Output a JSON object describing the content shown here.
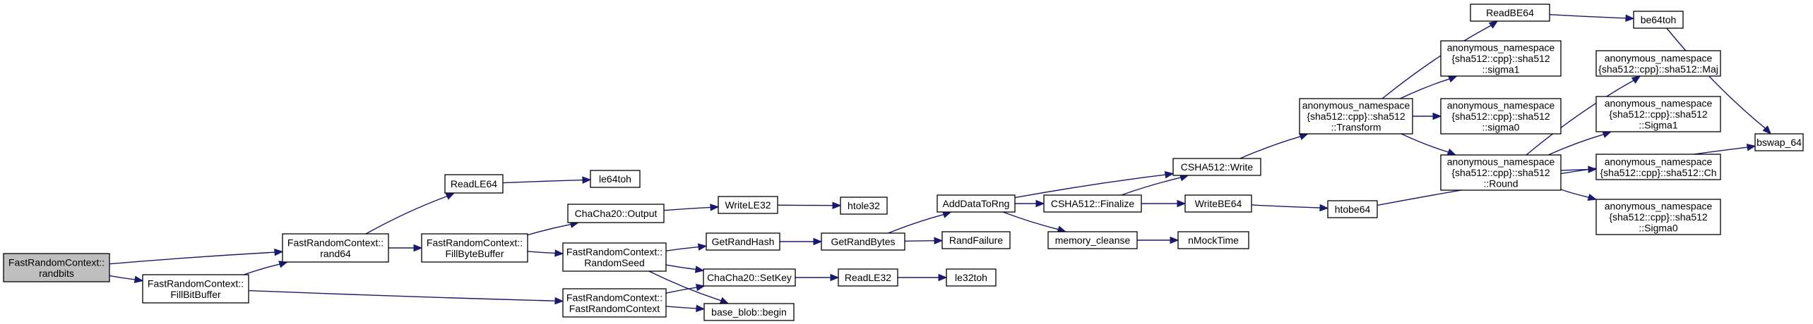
{
  "diagram": {
    "type": "call-graph",
    "colors": {
      "edge": "#191970",
      "root_fill": "#bfbfbf",
      "node_fill": "#ffffff",
      "border": "#000000"
    },
    "nodes": [
      {
        "id": "n0",
        "lines": [
          "FastRandomContext::",
          "randbits"
        ],
        "root": true
      },
      {
        "id": "n1",
        "lines": [
          "FastRandomContext::",
          "rand64"
        ]
      },
      {
        "id": "n2",
        "lines": [
          "FastRandomContext::",
          "FillBitBuffer"
        ]
      },
      {
        "id": "n3",
        "lines": [
          "ReadLE64"
        ]
      },
      {
        "id": "n4",
        "lines": [
          "FastRandomContext::",
          "FillByteBuffer"
        ]
      },
      {
        "id": "n5",
        "lines": [
          "le64toh"
        ]
      },
      {
        "id": "n6",
        "lines": [
          "ChaCha20::Output"
        ]
      },
      {
        "id": "n7",
        "lines": [
          "FastRandomContext::",
          "RandomSeed"
        ]
      },
      {
        "id": "n8",
        "lines": [
          "FastRandomContext::",
          "FastRandomContext"
        ]
      },
      {
        "id": "n9",
        "lines": [
          "WriteLE32"
        ]
      },
      {
        "id": "n10",
        "lines": [
          "htole32"
        ]
      },
      {
        "id": "n11",
        "lines": [
          "GetRandHash"
        ]
      },
      {
        "id": "n12",
        "lines": [
          "GetRandBytes"
        ]
      },
      {
        "id": "n13",
        "lines": [
          "ChaCha20::SetKey"
        ]
      },
      {
        "id": "n14",
        "lines": [
          "base_blob::begin"
        ]
      },
      {
        "id": "n15",
        "lines": [
          "ReadLE32"
        ]
      },
      {
        "id": "n16",
        "lines": [
          "le32toh"
        ]
      },
      {
        "id": "n17",
        "lines": [
          "AddDataToRng"
        ]
      },
      {
        "id": "n18",
        "lines": [
          "RandFailure"
        ]
      },
      {
        "id": "n19",
        "lines": [
          "CSHA512::Write"
        ]
      },
      {
        "id": "n20",
        "lines": [
          "CSHA512::Finalize"
        ]
      },
      {
        "id": "n21",
        "lines": [
          "memory_cleanse"
        ]
      },
      {
        "id": "n22",
        "lines": [
          "WriteBE64"
        ]
      },
      {
        "id": "n23",
        "lines": [
          "nMockTime"
        ]
      },
      {
        "id": "n24",
        "lines": [
          "anonymous_namespace",
          "{sha512::cpp}::sha512",
          "::Transform"
        ]
      },
      {
        "id": "n25",
        "lines": [
          "htobe64"
        ]
      },
      {
        "id": "n26",
        "lines": [
          "ReadBE64"
        ]
      },
      {
        "id": "n27",
        "lines": [
          "anonymous_namespace",
          "{sha512::cpp}::sha512",
          "::sigma1"
        ]
      },
      {
        "id": "n28",
        "lines": [
          "anonymous_namespace",
          "{sha512::cpp}::sha512",
          "::sigma0"
        ]
      },
      {
        "id": "n29",
        "lines": [
          "anonymous_namespace",
          "{sha512::cpp}::sha512",
          "::Round"
        ]
      },
      {
        "id": "n30",
        "lines": [
          "be64toh"
        ]
      },
      {
        "id": "n31",
        "lines": [
          "anonymous_namespace",
          "{sha512::cpp}::sha512::Maj"
        ]
      },
      {
        "id": "n32",
        "lines": [
          "anonymous_namespace",
          "{sha512::cpp}::sha512",
          "::Sigma1"
        ]
      },
      {
        "id": "n33",
        "lines": [
          "anonymous_namespace",
          "{sha512::cpp}::sha512::Ch"
        ]
      },
      {
        "id": "n34",
        "lines": [
          "anonymous_namespace",
          "{sha512::cpp}::sha512",
          "::Sigma0"
        ]
      },
      {
        "id": "n35",
        "lines": [
          "bswap_64"
        ]
      }
    ],
    "edges": [
      [
        "n0",
        "n1"
      ],
      [
        "n0",
        "n2"
      ],
      [
        "n2",
        "n1"
      ],
      [
        "n2",
        "n8"
      ],
      [
        "n1",
        "n3"
      ],
      [
        "n1",
        "n4"
      ],
      [
        "n3",
        "n5"
      ],
      [
        "n4",
        "n6"
      ],
      [
        "n4",
        "n7"
      ],
      [
        "n6",
        "n9"
      ],
      [
        "n9",
        "n10"
      ],
      [
        "n7",
        "n11"
      ],
      [
        "n7",
        "n13"
      ],
      [
        "n7",
        "n14"
      ],
      [
        "n8",
        "n13"
      ],
      [
        "n8",
        "n14"
      ],
      [
        "n11",
        "n12"
      ],
      [
        "n12",
        "n17"
      ],
      [
        "n12",
        "n18"
      ],
      [
        "n13",
        "n15"
      ],
      [
        "n15",
        "n16"
      ],
      [
        "n17",
        "n19"
      ],
      [
        "n17",
        "n20"
      ],
      [
        "n17",
        "n21"
      ],
      [
        "n20",
        "n19"
      ],
      [
        "n20",
        "n22"
      ],
      [
        "n21",
        "n23"
      ],
      [
        "n19",
        "n24"
      ],
      [
        "n22",
        "n25"
      ],
      [
        "n25",
        "n35"
      ],
      [
        "n24",
        "n26"
      ],
      [
        "n24",
        "n27"
      ],
      [
        "n24",
        "n28"
      ],
      [
        "n24",
        "n29"
      ],
      [
        "n26",
        "n30"
      ],
      [
        "n30",
        "n35"
      ],
      [
        "n29",
        "n31"
      ],
      [
        "n29",
        "n32"
      ],
      [
        "n29",
        "n33"
      ],
      [
        "n29",
        "n34"
      ]
    ]
  }
}
